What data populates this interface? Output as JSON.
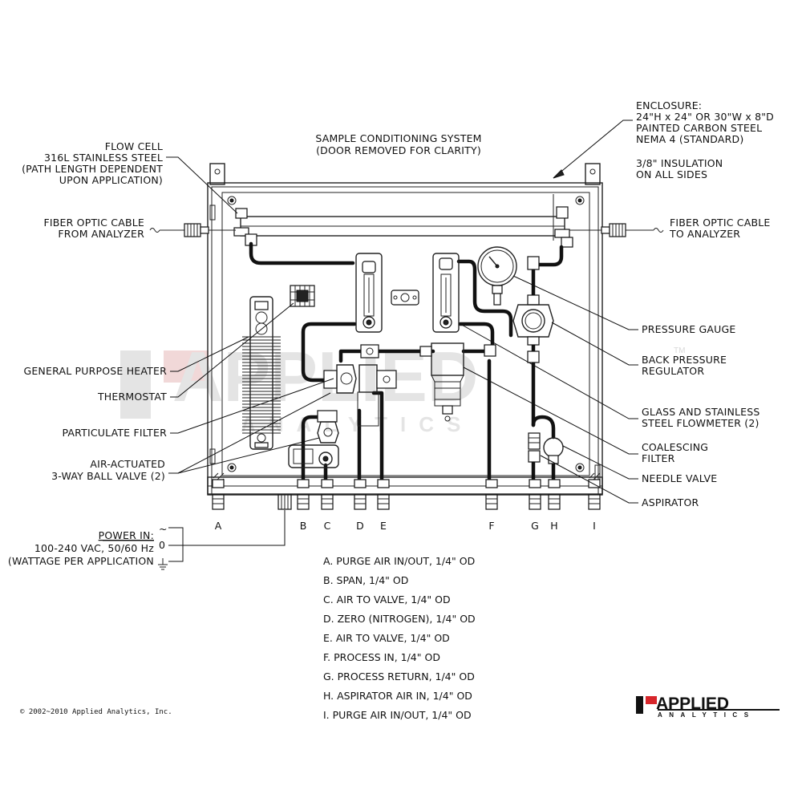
{
  "title": {
    "line1": "SAMPLE CONDITIONING SYSTEM",
    "line2": "(DOOR REMOVED FOR CLARITY)"
  },
  "enclosure": {
    "lines": [
      "ENCLOSURE:",
      "24\"H x 24\" OR 30\"W x 8\"D",
      "PAINTED CARBON STEEL",
      "NEMA 4 (STANDARD)"
    ],
    "insulation": [
      "3/8\" INSULATION",
      "ON ALL SIDES"
    ]
  },
  "labels_left": {
    "flow_cell": [
      "FLOW CELL",
      "316L STAINLESS STEEL",
      "(PATH LENGTH DEPENDENT",
      "UPON APPLICATION)"
    ],
    "fiber_from": [
      "FIBER OPTIC CABLE",
      "FROM ANALYZER"
    ],
    "heater": "GENERAL PURPOSE HEATER",
    "thermostat": "THERMOSTAT",
    "particulate": "PARTICULATE FILTER",
    "ball_valve": [
      "AIR-ACTUATED",
      "3-WAY BALL VALVE (2)"
    ]
  },
  "labels_right": {
    "fiber_to": [
      "FIBER OPTIC CABLE",
      "TO ANALYZER"
    ],
    "pressure_gauge": "PRESSURE GAUGE",
    "back_pressure": [
      "BACK PRESSURE",
      "REGULATOR"
    ],
    "flowmeter": [
      "GLASS AND STAINLESS",
      "STEEL FLOWMETER (2)"
    ],
    "coalescing": [
      "COALESCING",
      "FILTER"
    ],
    "needle_valve": "NEEDLE VALVE",
    "aspirator": "ASPIRATOR"
  },
  "power": {
    "heading": "POWER IN:",
    "voltage": "100-240 VAC, 50/60 Hz",
    "wattage": "(WATTAGE PER APPLICATION",
    "symbol_ac": "~",
    "symbol_zero": "0"
  },
  "ports": [
    "A",
    "B",
    "C",
    "D",
    "E",
    "F",
    "G",
    "H",
    "I"
  ],
  "legend": [
    "A.  PURGE AIR IN/OUT, 1/4\" OD",
    "B.  SPAN, 1/4\" OD",
    "C.  AIR TO VALVE, 1/4\" OD",
    "D.  ZERO (NITROGEN), 1/4\" OD",
    "E.  AIR TO VALVE, 1/4\" OD",
    "F.  PROCESS IN, 1/4\" OD",
    "G.  PROCESS RETURN, 1/4\" OD",
    "H.  ASPIRATOR AIR IN, 1/4\" OD",
    "I.  PURGE AIR IN/OUT, 1/4\" OD"
  ],
  "copyright": "© 2002~2010 Applied Analytics, Inc.",
  "logo": {
    "name": "APPLIED",
    "sub": "ANALYTICS",
    "tm": "TM"
  },
  "colors": {
    "accent_red": "#d7262b",
    "watermark": "#cfcfcf",
    "line": "#111111"
  }
}
